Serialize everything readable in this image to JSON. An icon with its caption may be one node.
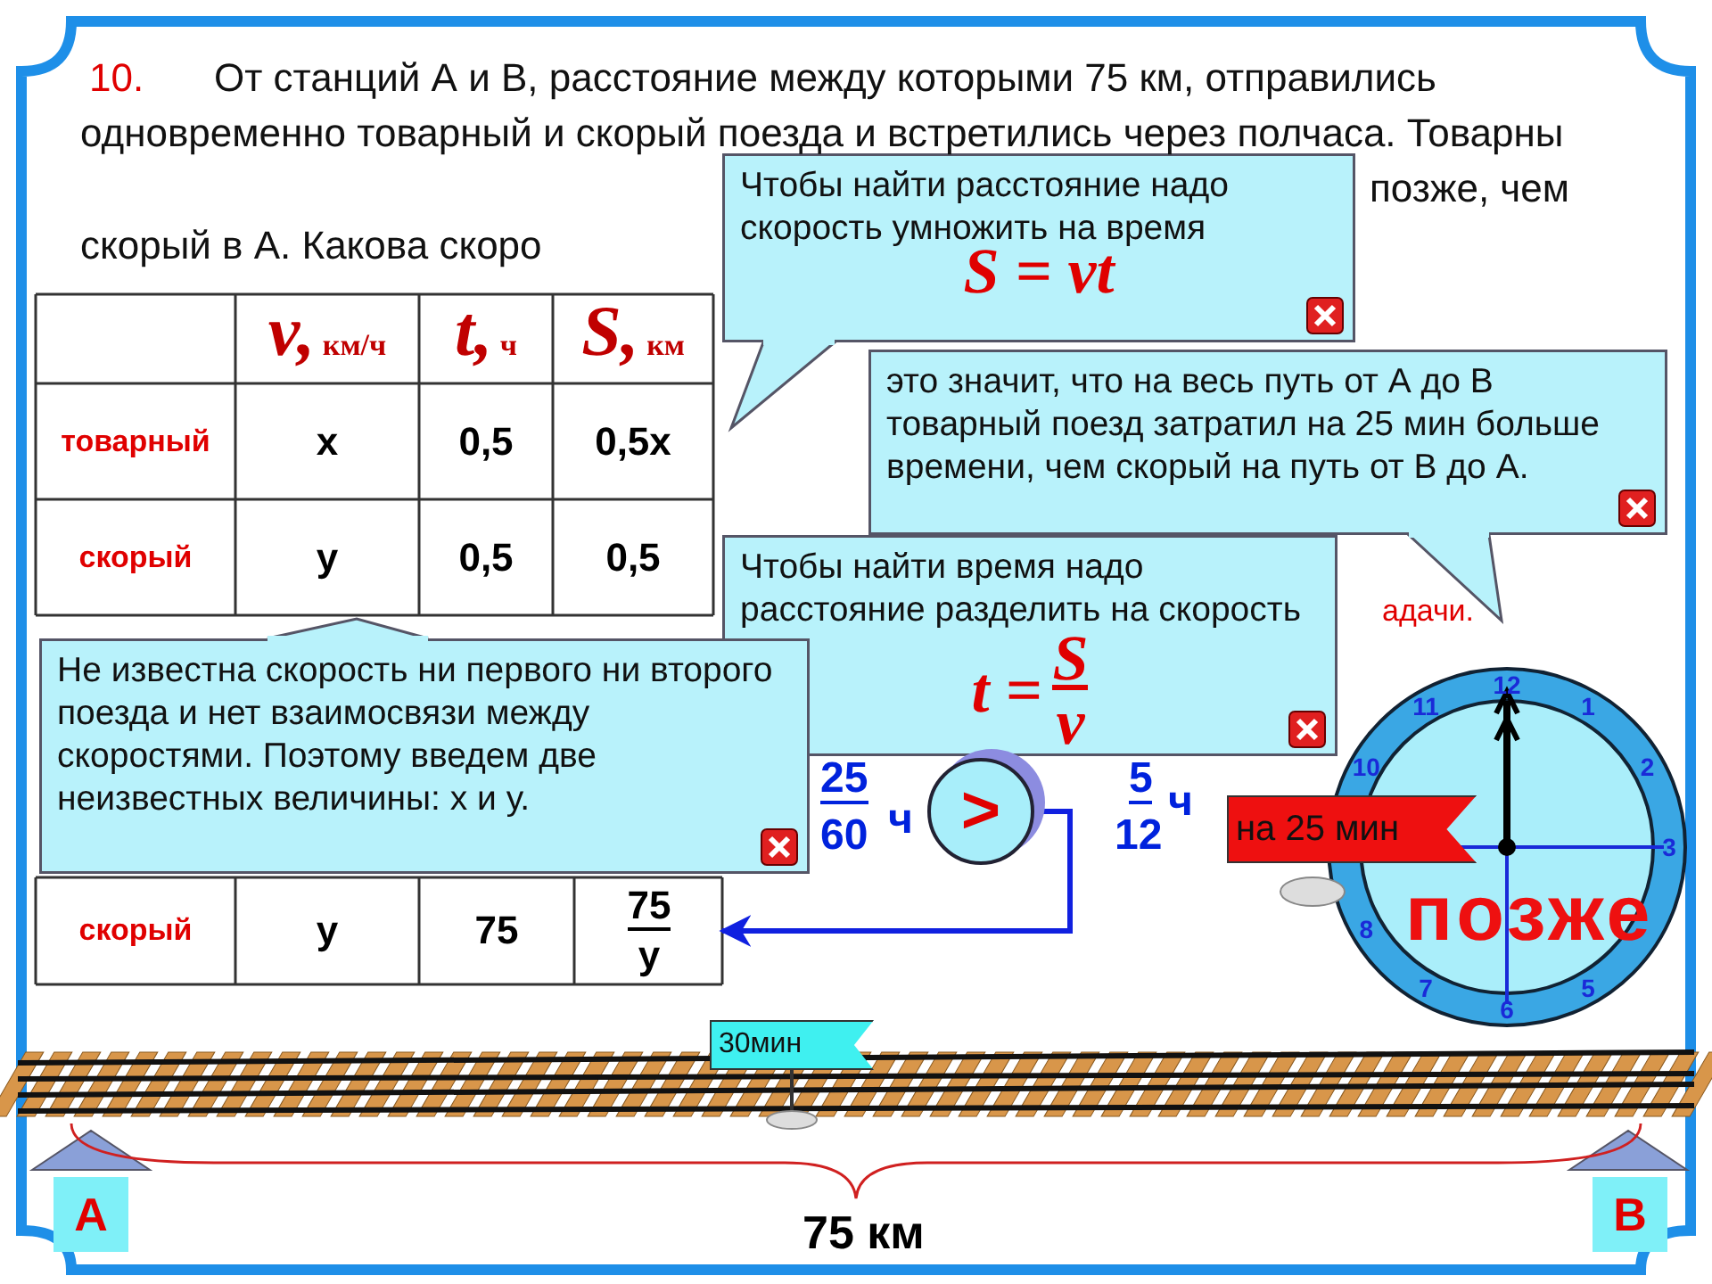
{
  "diagram": {
    "nodes": [
      {
        "text": [
          "Чтобы найти расстояние надо скорость умножить на время",
          "S = vt"
        ]
      },
      {
        "text": [
          "это значит, что на весь путь от А до В товарный поезд затратил на 25 мин больше времени, чем скорый на путь от В до А."
        ]
      },
      {
        "text": [
          "Чтобы найти время надо расстояние разделить на скорость",
          "t =",
          "S",
          "v"
        ]
      },
      {
        "text": [
          "Не известна скорость ни первого ни второго поезда и нет взаимосвязи между скоростями. Поэтому введем две неизвестных величины: x и у."
        ]
      },
      {
        "text": [
          ">"
        ]
      },
      {
        "text": [
          "на 25 мин"
        ]
      },
      {
        "text": [
          "30мин"
        ]
      },
      {
        "text": [
          "А"
        ]
      },
      {
        "text": [
          "В"
        ]
      },
      {
        "text": [
          "75",
          "у"
        ]
      }
    ],
    "edges": [
      {
        "from": 4,
        "to": 9,
        "arrow": "to"
      }
    ],
    "labels": [
      "10.",
      "От станций А и В, расстояние между которыми 75 км, отправились одновременно товарный и скорый поезда и встретились через полчаса. Товарны",
      "позже, чем",
      "скорый в А. Какова скоро",
      "v, км/ч",
      "t, ч",
      "S, км",
      "товарный",
      "x",
      "0,5",
      "0,5x",
      "скорый",
      "y",
      "0,5",
      "0,5",
      "адачи.",
      "25",
      "60",
      "ч",
      "5",
      "12",
      "ч",
      "12",
      "1",
      "2",
      "3",
      "5",
      "6",
      "7",
      "8",
      "10",
      "11",
      "позже",
      "скорый",
      "у",
      "75",
      "75 км"
    ]
  }
}
